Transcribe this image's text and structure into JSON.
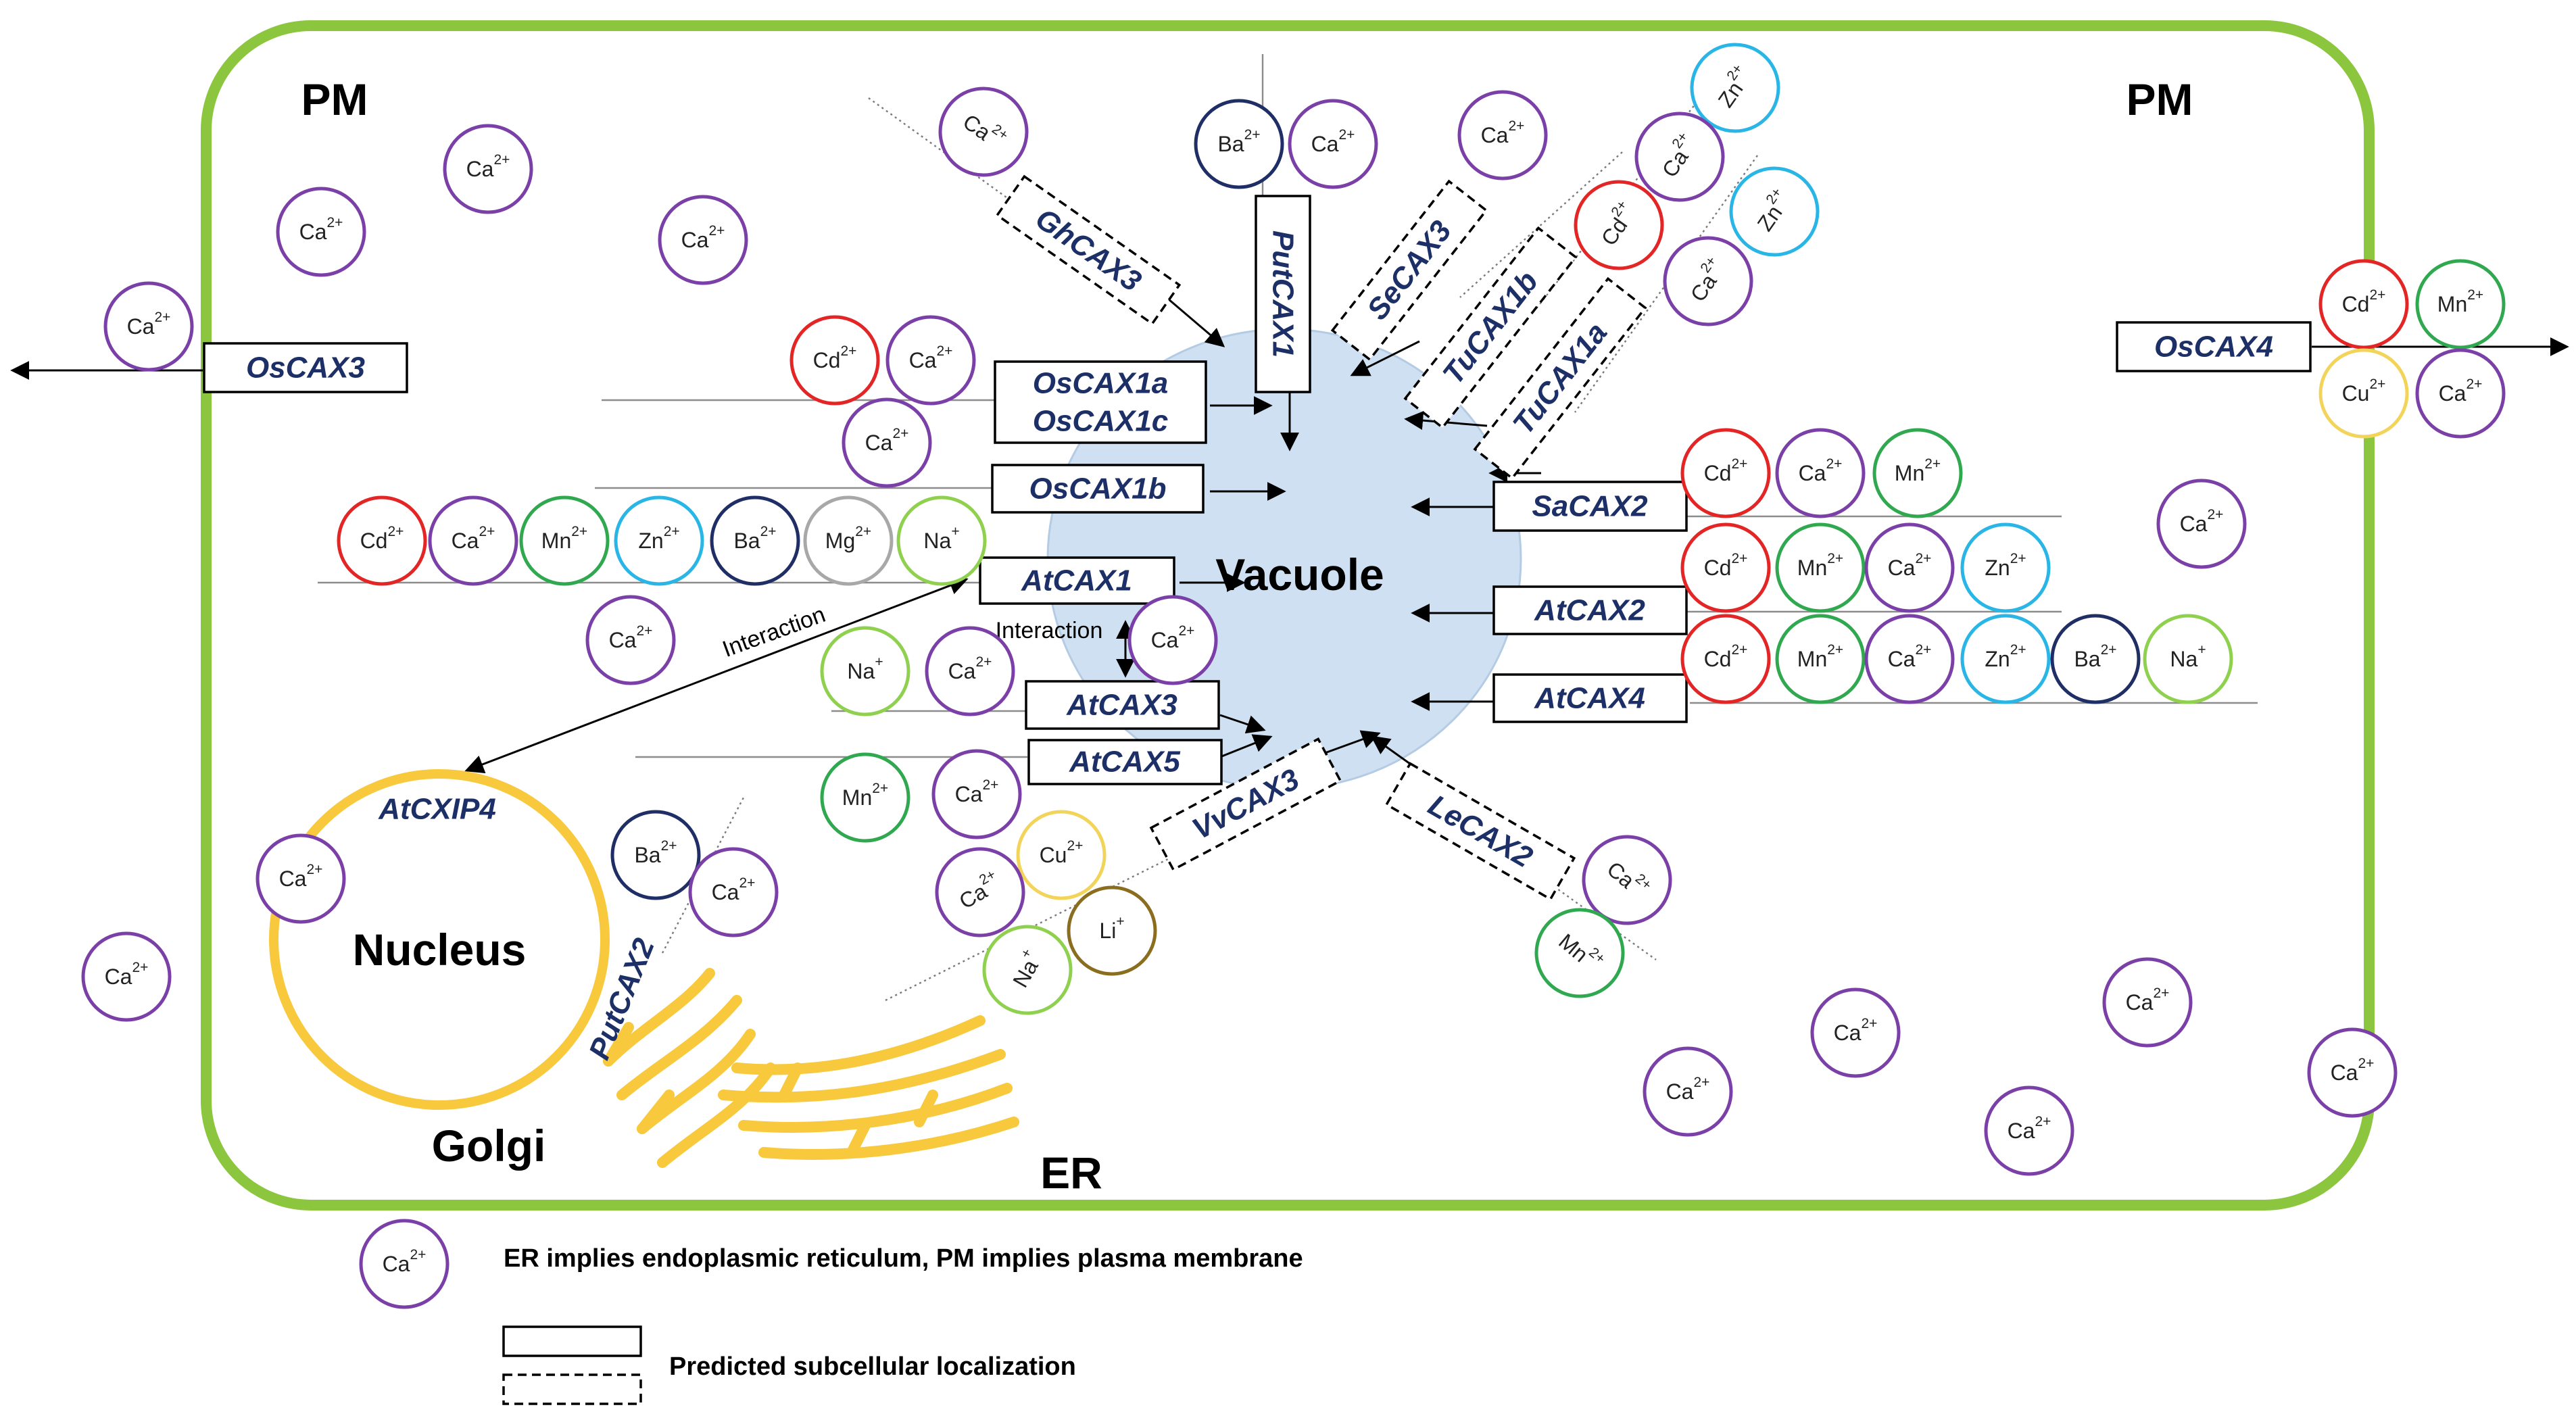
{
  "labels": {
    "pm_left": "PM",
    "pm_right": "PM",
    "vacuole": "Vacuole",
    "nucleus": "Nucleus",
    "golgi": "Golgi",
    "er": "ER",
    "interaction_1": "Interaction",
    "interaction_2": "Interaction"
  },
  "genes": {
    "OsCAX3": "OsCAX3",
    "OsCAX4": "OsCAX4",
    "GhCAX3": "GhCAX3",
    "PutCAX1": "PutCAX1",
    "SeCAX3": "SeCAX3",
    "TuCAX1b": "TuCAX1b",
    "TuCAX1a": "TuCAX1a",
    "OsCAX1a": "OsCAX1a",
    "OsCAX1c": "OsCAX1c",
    "OsCAX1b": "OsCAX1b",
    "AtCAX1": "AtCAX1",
    "AtCAX3": "AtCAX3",
    "AtCAX5": "AtCAX5",
    "SaCAX2": "SaCAX2",
    "AtCAX2": "AtCAX2",
    "AtCAX4": "AtCAX4",
    "VvCAX3": "VvCAX3",
    "LeCAX2": "LeCAX2",
    "PutCAX2": "PutCAX2",
    "AtCXIP4": "AtCXIP4"
  },
  "ion_symbols": {
    "Ca": "Ca",
    "Cd": "Cd",
    "Mn": "Mn",
    "Zn": "Zn",
    "Ba": "Ba",
    "Mg": "Mg",
    "Na": "Na",
    "Cu": "Cu",
    "Li": "Li"
  },
  "ion_charges": {
    "two": "2+",
    "one": "+"
  },
  "ion_colors": {
    "Ca": "#7b3fa8",
    "Cd": "#e32525",
    "Mn": "#2fa84f",
    "Zn": "#29b6e6",
    "Ba": "#1f2f66",
    "Mg": "#a8a8a8",
    "Na": "#8fd14f",
    "Cu": "#f3d45a",
    "Li": "#8a6d1e"
  },
  "colors": {
    "cell_wall": "#8cc63f",
    "vacuole_fill": "#cfe0f2",
    "nucleus_ring": "#f8c93c",
    "golgi_er": "#f8c93c",
    "gene_text": "#1c2f66"
  },
  "legend": {
    "note": "ER implies endoplasmic reticulum, PM implies plasma membrane",
    "predicted": "Predicted subcellular localization"
  }
}
